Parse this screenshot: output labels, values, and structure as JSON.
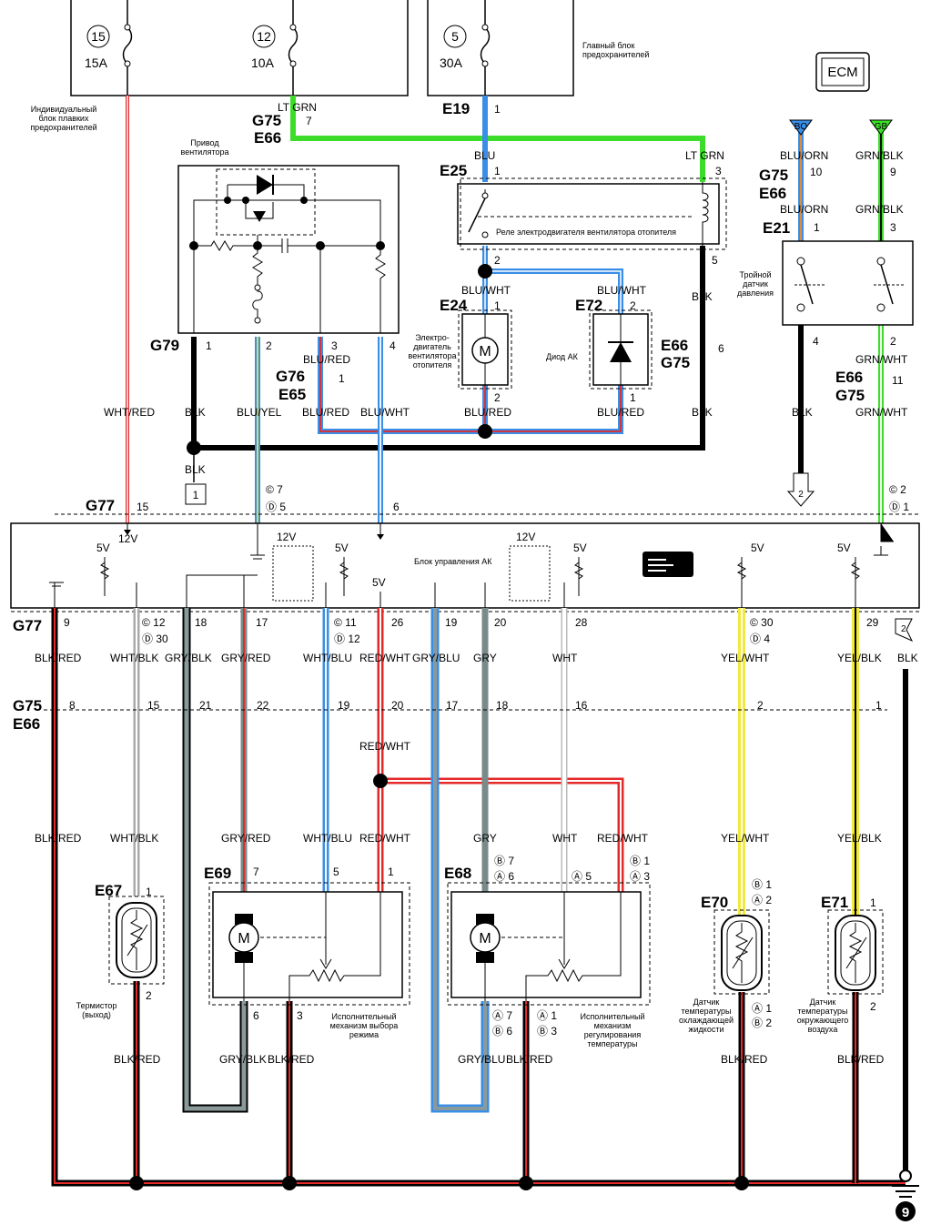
{
  "fuses": [
    {
      "num": "15",
      "rating": "15A"
    },
    {
      "num": "12",
      "rating": "10A"
    },
    {
      "num": "5",
      "rating": "30A"
    }
  ],
  "labels": {
    "main_fuse_box": "Главный блок предохранителей",
    "indiv_fuse_box": "Индивидуальный блок плавких предохранителей",
    "fan_drive": "Привод вентилятора",
    "relay": "Реле электродвигателя вентилятора отопителя",
    "motor": "Электро-двигатель вентилятора отопителя",
    "diode": "Диод АК",
    "pressure": "Тройной датчик давления",
    "ac_unit": "Блок управления АК",
    "e67": "Термистор (выход)",
    "e69": "Исполнительный механизм выбора режима",
    "e68": "Исполнительный механизм регулирования температуры",
    "e70": "Датчик температуры охлаждающей жидкости",
    "e71": "Датчик температуры окружающего воздуха",
    "ecm": "ECM",
    "bo": "BO",
    "gb": "GB",
    "v12": "12V",
    "v5": "5V",
    "m": "M",
    "gnd9": "9",
    "j1": "1",
    "arrow2": "2"
  },
  "connectors": {
    "g75": "G75",
    "e66": "E66",
    "e19": "E19",
    "e25": "E25",
    "e24": "E24",
    "e72": "E72",
    "g79": "G79",
    "g76": "G76",
    "e65": "E65",
    "g77": "G77",
    "e21": "E21",
    "e67": "E67",
    "e69": "E69",
    "e68": "E68",
    "e70": "E70",
    "e71": "E71"
  },
  "wires": {
    "ltgrn": "LT GRN",
    "blu": "BLU",
    "bluwht": "BLU/WHT",
    "blk": "BLK",
    "blured": "BLU/RED",
    "bluyel": "BLU/YEL",
    "whtred": "WHT/RED",
    "bluorn": "BLU/ORN",
    "grnblk": "GRN/BLK",
    "grnwht": "GRN/WHT",
    "blkred": "BLK/RED",
    "whtblk": "WHT/BLK",
    "grayblk": "GRY/BLK",
    "grayred": "GRY/RED",
    "whtblu": "WHT/BLU",
    "redwht": "RED/WHT",
    "grayblu": "GRY/BLU",
    "gry": "GRY",
    "wht": "WHT",
    "yelwht": "YEL/WHT",
    "yelblk": "YEL/BLK"
  },
  "pins": {
    "p1": "1",
    "p2": "2",
    "p3": "3",
    "p4": "4",
    "p5": "5",
    "p6": "6",
    "p7": "7",
    "p8": "8",
    "p9": "9",
    "p10": "10",
    "p11": "11",
    "p12": "12",
    "p15": "15",
    "p16": "16",
    "p17": "17",
    "p18": "18",
    "p19": "19",
    "p20": "20",
    "p21": "21",
    "p22": "22",
    "p26": "26",
    "p28": "28",
    "p29": "29",
    "c7": "© 7",
    "d5": "Ⓓ 5",
    "c2": "© 2",
    "d1": "Ⓓ 1",
    "c12": "© 12",
    "d30": "Ⓓ 30",
    "c11": "© 11",
    "d12": "Ⓓ 12",
    "c30": "© 30",
    "d4": "Ⓓ 4",
    "b7": "Ⓑ 7",
    "a6": "Ⓐ 6",
    "a5": "Ⓐ 5",
    "b1": "Ⓑ 1",
    "a3": "Ⓐ 3",
    "a7": "Ⓐ 7",
    "b6": "Ⓑ 6",
    "a1": "Ⓐ 1",
    "b3": "Ⓑ 3",
    "b1b": "Ⓑ 1",
    "a2": "Ⓐ 2",
    "a1b": "Ⓐ 1",
    "b2": "Ⓑ 2"
  },
  "colors": {
    "blu": "#3a8ee6",
    "grn": "#3ddc2a",
    "red": "#e52a2a",
    "yel": "#f2ea3a",
    "gry": "#7a8a8a",
    "brown": "#7a1a10"
  }
}
